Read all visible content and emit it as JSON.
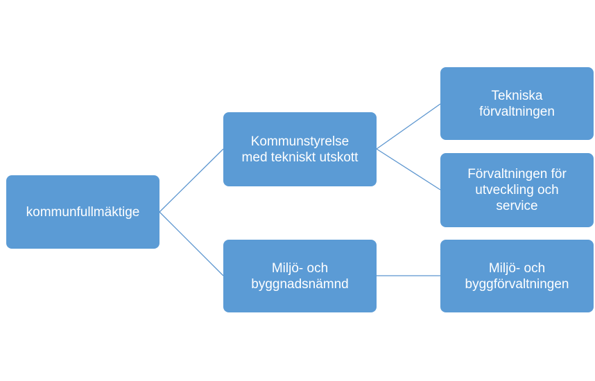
{
  "colors": {
    "node_fill": "#5b9bd5",
    "node_text": "#ffffff",
    "connector": "#5b95cf",
    "background": "#ffffff"
  },
  "nodes": {
    "root": {
      "label": "kommunfullmäktige"
    },
    "kommunstyrelse": {
      "label": "Kommunstyrelse\nmed tekniskt utskott"
    },
    "miljo_bygg_namnd": {
      "label": "Miljö- och\nbyggnadsnämnd"
    },
    "tekniska": {
      "label": "Tekniska\nförvaltningen"
    },
    "utveckling": {
      "label": "Förvaltningen för\nutveckling och\nservice"
    },
    "miljo_bygg_forv": {
      "label": "Miljö- och\nbyggförvaltningen"
    }
  },
  "edges": [
    {
      "from": "root",
      "to": "kommunstyrelse"
    },
    {
      "from": "root",
      "to": "miljo_bygg_namnd"
    },
    {
      "from": "kommunstyrelse",
      "to": "tekniska"
    },
    {
      "from": "kommunstyrelse",
      "to": "utveckling"
    },
    {
      "from": "miljo_bygg_namnd",
      "to": "miljo_bygg_forv"
    }
  ]
}
